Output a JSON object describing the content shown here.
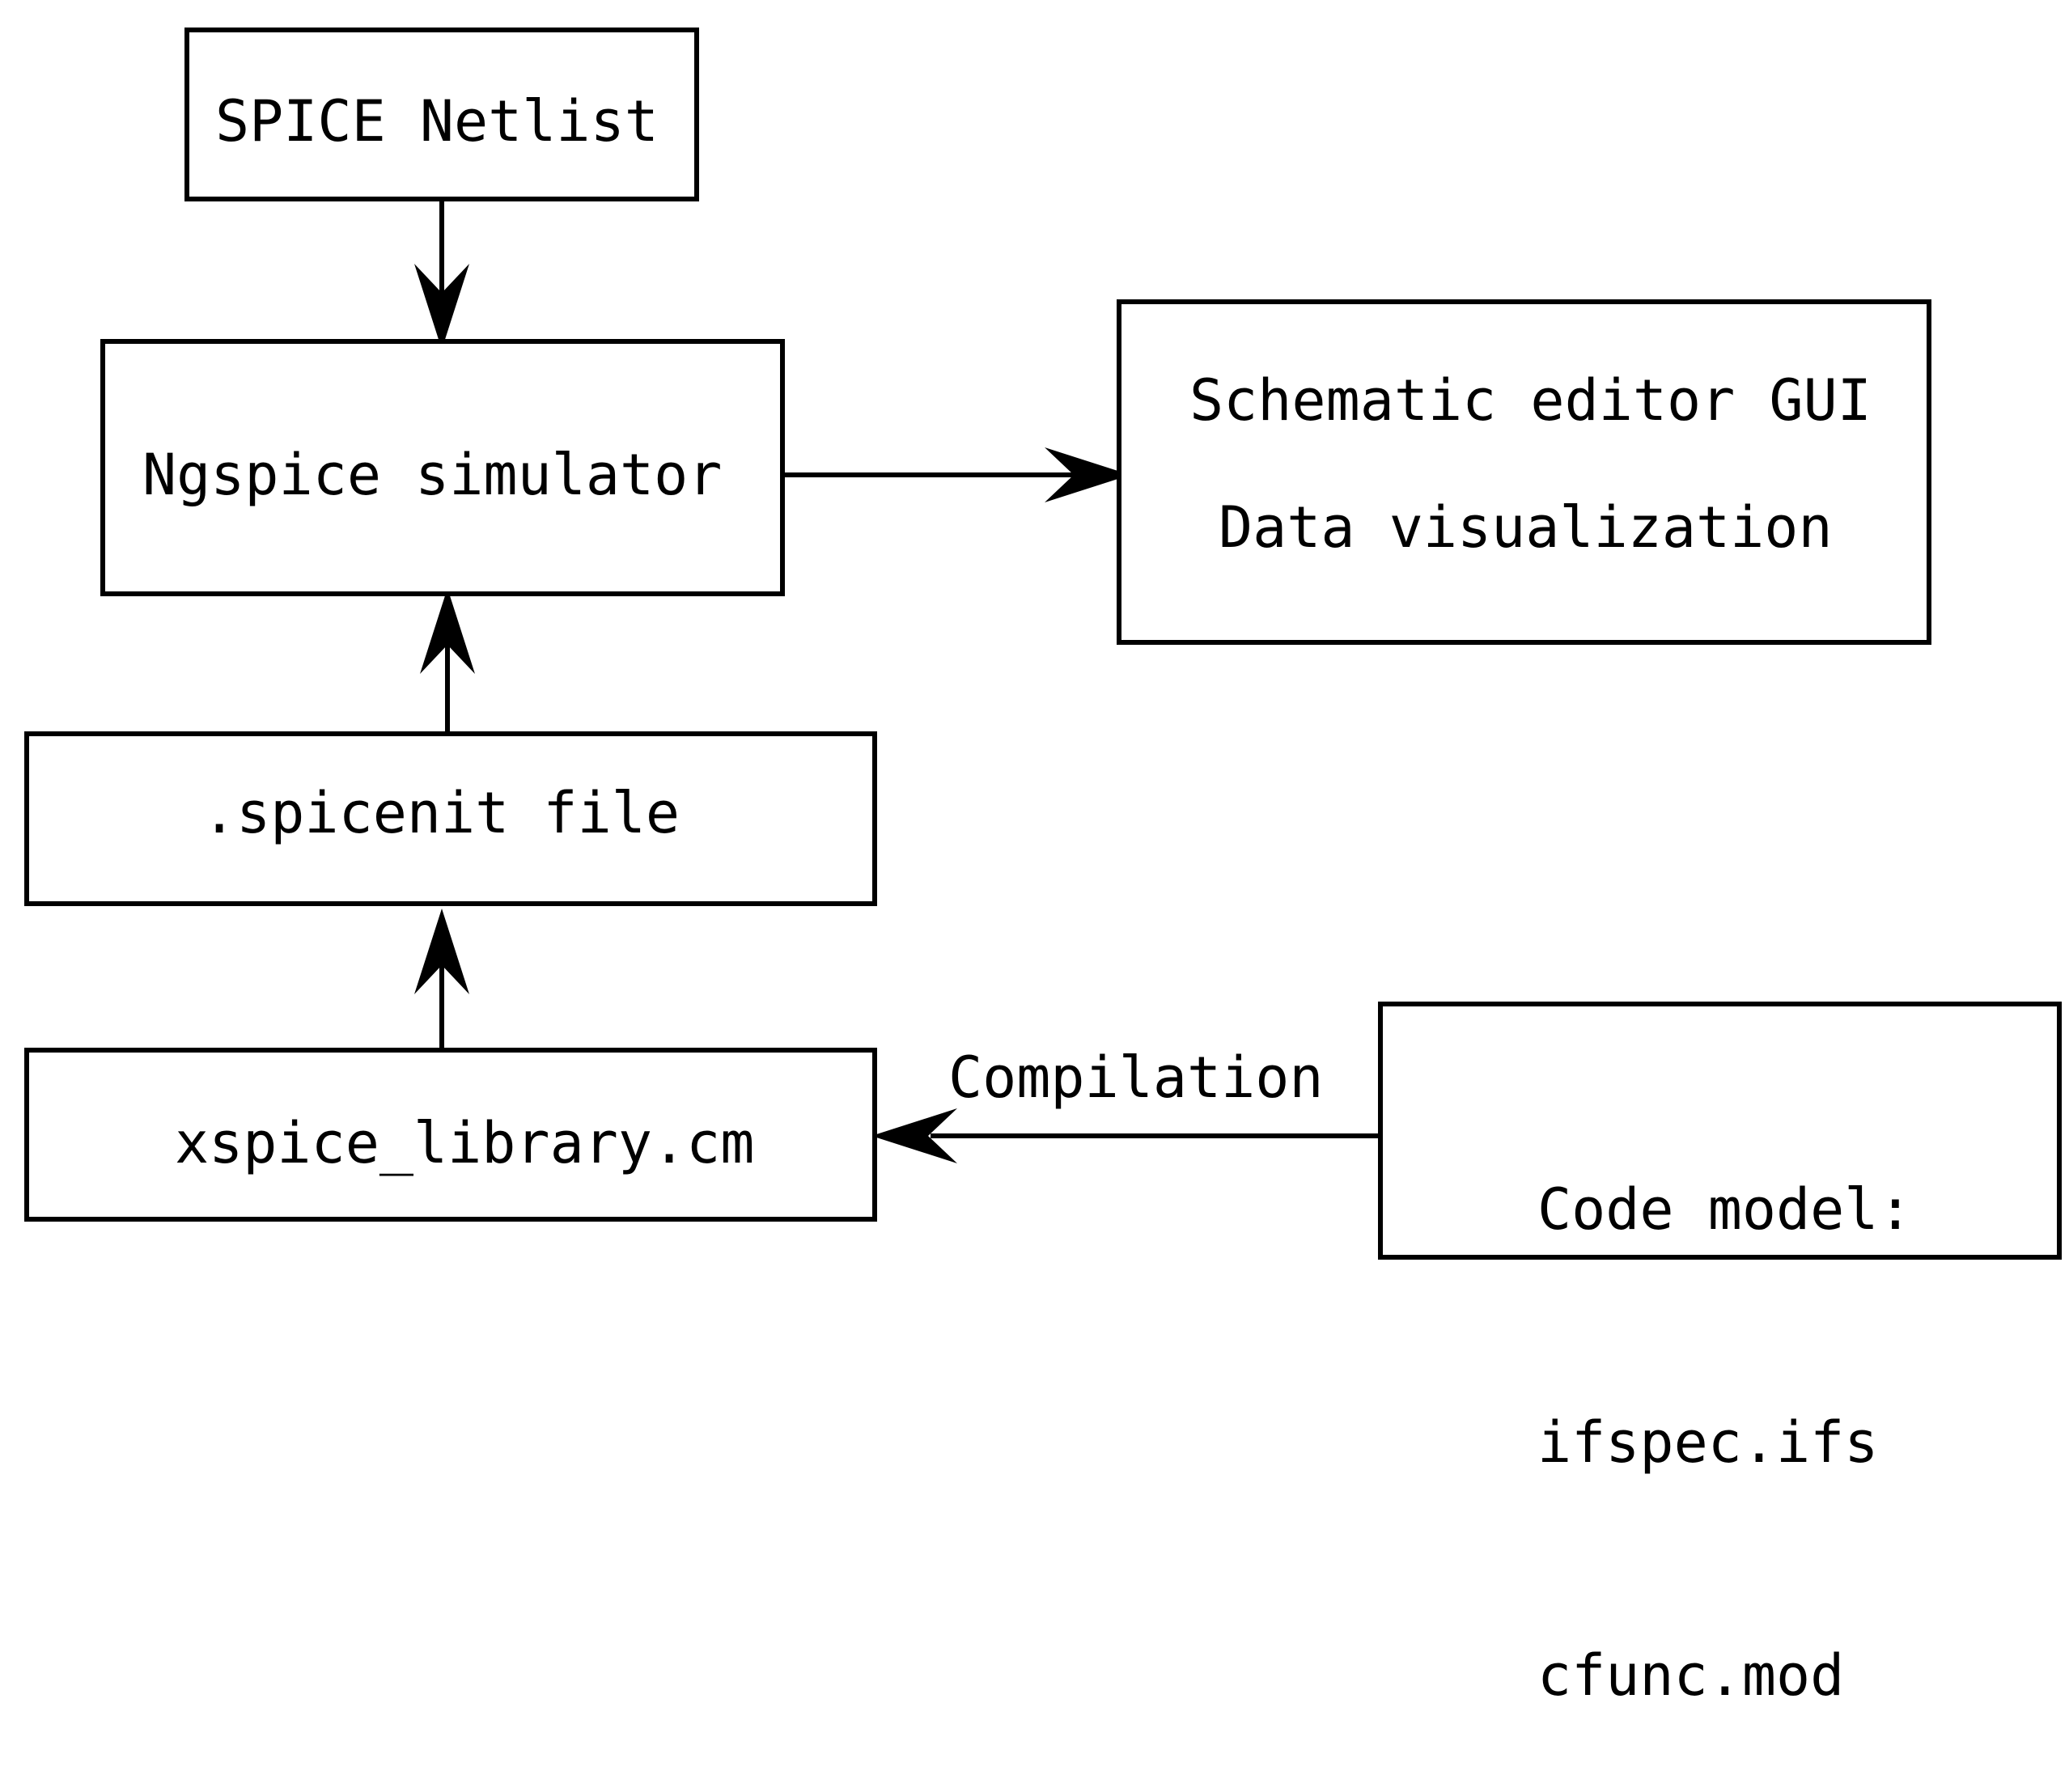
{
  "nodes": {
    "spice_netlist": {
      "label": "SPICE Netlist"
    },
    "ngspice": {
      "label": "Ngspice simulator"
    },
    "gui": {
      "line1": "Schematic editor GUI",
      "line2": "Data visualization"
    },
    "spicenit": {
      "label": ".spicenit file"
    },
    "xspice_lib": {
      "label": "xspice_library.cm"
    },
    "code_model": {
      "line1": "Code model:",
      "line2": "ifspec.ifs",
      "line3": "cfunc.mod"
    }
  },
  "edges": {
    "compilation_label": "Compilation"
  }
}
